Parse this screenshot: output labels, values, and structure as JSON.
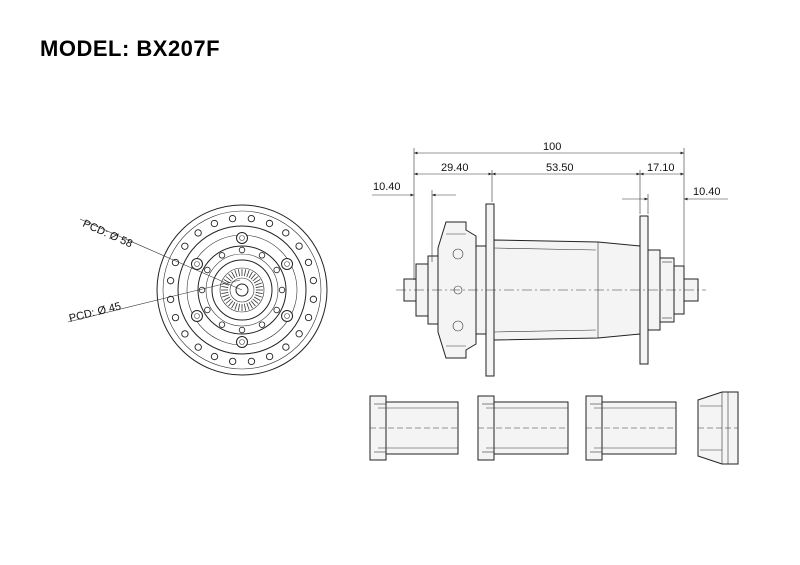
{
  "title": "MODEL:  BX207F",
  "pcd_labels": {
    "outer": "PCD: Ø 58",
    "inner": "PCD: Ø 45"
  },
  "dimensions": {
    "overall": "100",
    "d1": "29.40",
    "d2": "53.50",
    "d3": "17.10",
    "left_end": "10.40",
    "right_end": "10.40"
  }
}
